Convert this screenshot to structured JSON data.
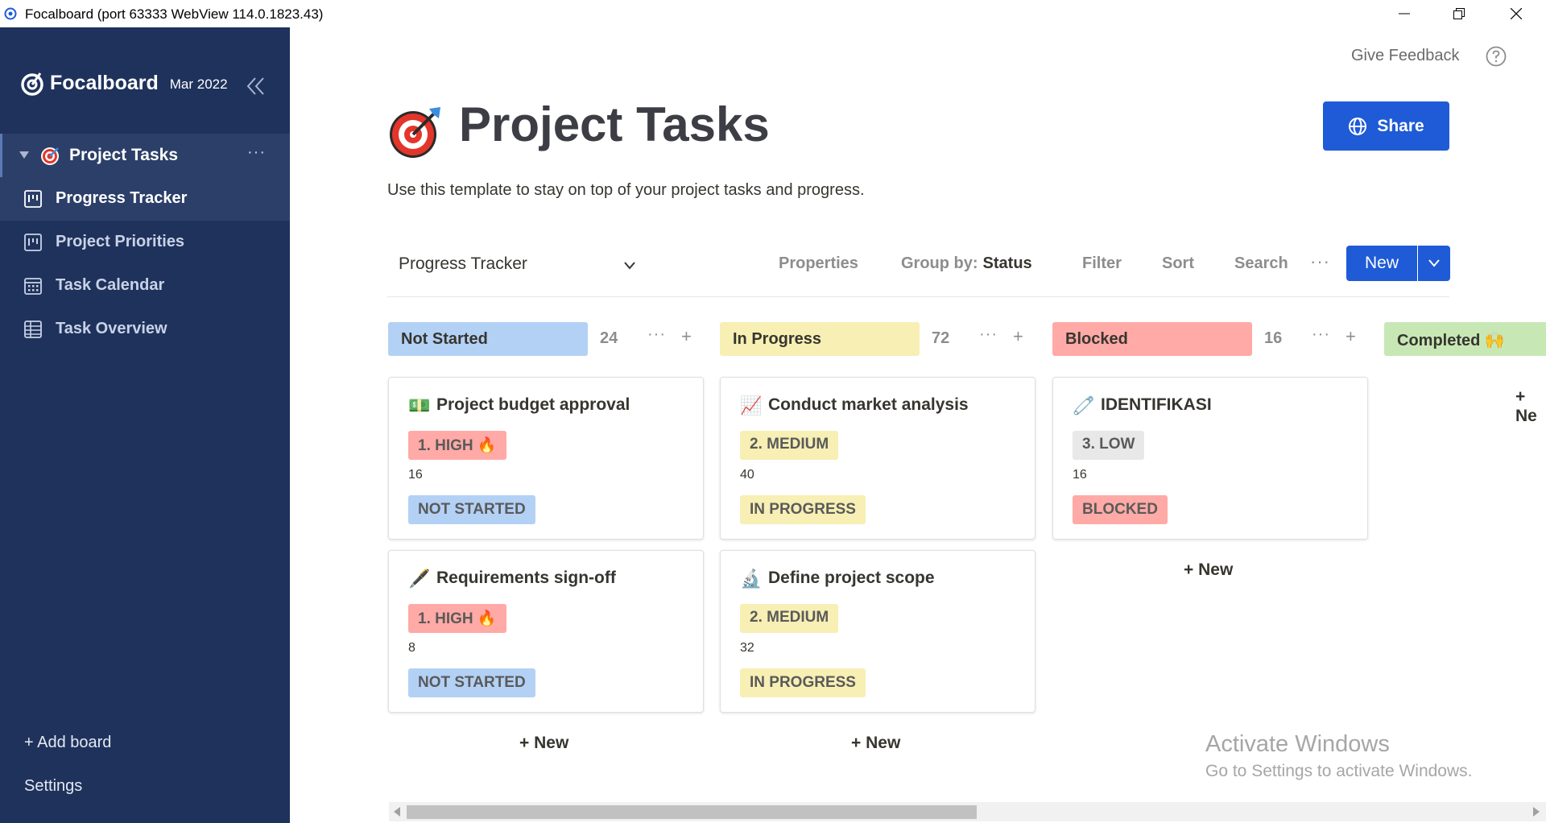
{
  "window": {
    "title": "Focalboard (port 63333 WebView 114.0.1823.43)",
    "icons": [
      "minimize-icon",
      "restore-icon",
      "close-icon"
    ]
  },
  "sidebar": {
    "logo_text": "Focalboard",
    "version_date": "Mar 2022",
    "board": {
      "label": "Project Tasks",
      "emoji": "🎯"
    },
    "views": [
      {
        "label": "Progress Tracker",
        "icon": "board-view-icon",
        "active": true
      },
      {
        "label": "Project Priorities",
        "icon": "board-view-icon",
        "active": false
      },
      {
        "label": "Task Calendar",
        "icon": "calendar-view-icon",
        "active": false
      },
      {
        "label": "Task Overview",
        "icon": "table-view-icon",
        "active": false
      }
    ],
    "add_board": "+ Add board",
    "settings": "Settings"
  },
  "header": {
    "give_feedback": "Give Feedback",
    "title": "Project Tasks",
    "description": "Use this template to stay on top of your project tasks and progress.",
    "share_label": "Share"
  },
  "viewbar": {
    "view_name": "Progress Tracker",
    "properties": "Properties",
    "group_by_label": "Group by:",
    "group_by_value": "Status",
    "filter": "Filter",
    "sort": "Sort",
    "search": "Search",
    "more": "···",
    "new_label": "New"
  },
  "colors": {
    "sidebar_bg": "#1e325c",
    "accent_blue": "#1f5bd6",
    "not_started": "#b3d1f5",
    "in_progress": "#f7efb4",
    "blocked": "#ffaaa6",
    "completed": "#c7e8b5",
    "low": "#e8e8e8"
  },
  "columns": [
    {
      "name": "Not Started",
      "count": "24",
      "color": "#b3d1f5",
      "cards": [
        {
          "icon": "💵",
          "title": "Project budget approval",
          "priority": "1. HIGH 🔥",
          "priority_color": "#ffaaa6",
          "number": "16",
          "status": "NOT STARTED",
          "status_color": "#b3d1f5"
        },
        {
          "icon": "🖋️",
          "title": "Requirements sign-off",
          "priority": "1. HIGH 🔥",
          "priority_color": "#ffaaa6",
          "number": "8",
          "status": "NOT STARTED",
          "status_color": "#b3d1f5"
        }
      ],
      "new_label": "+ New"
    },
    {
      "name": "In Progress",
      "count": "72",
      "color": "#f7efb4",
      "cards": [
        {
          "icon": "📈",
          "title": "Conduct market analysis",
          "priority": "2. MEDIUM",
          "priority_color": "#f7efb4",
          "number": "40",
          "status": "IN PROGRESS",
          "status_color": "#f7efb4"
        },
        {
          "icon": "🔬",
          "title": "Define project scope",
          "priority": "2. MEDIUM",
          "priority_color": "#f7efb4",
          "number": "32",
          "status": "IN PROGRESS",
          "status_color": "#f7efb4"
        }
      ],
      "new_label": "+ New"
    },
    {
      "name": "Blocked",
      "count": "16",
      "color": "#ffaaa6",
      "cards": [
        {
          "icon": "🧷",
          "title": "IDENTIFIKASI",
          "priority": "3. LOW",
          "priority_color": "#e8e8e8",
          "number": "16",
          "status": "BLOCKED",
          "status_color": "#ffaaa6"
        }
      ],
      "new_label": "+ New"
    },
    {
      "name": "Completed 🙌",
      "color": "#c7e8b5",
      "new_label": "+ Ne"
    }
  ],
  "watermark": {
    "line1": "Activate Windows",
    "line2": "Go to Settings to activate Windows."
  }
}
